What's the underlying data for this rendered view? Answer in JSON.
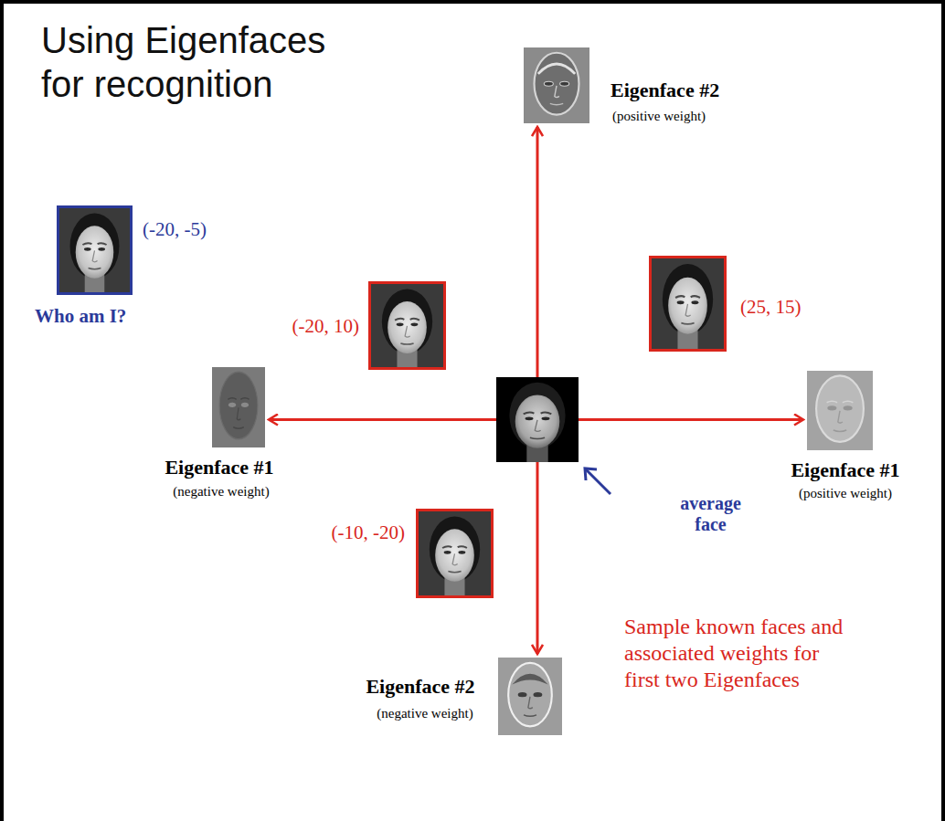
{
  "diagram": {
    "title": "Using Eigenfaces for recognition",
    "nodes": [
      {
        "text": [
          "Eigenface #2",
          "(positive weight)"
        ]
      },
      {
        "text": [
          "(-20, -5)",
          "Who am I?"
        ]
      },
      {
        "text": [
          "(-20, 10)"
        ]
      },
      {
        "text": [
          "(25, 15)"
        ]
      },
      {
        "text": [
          "Eigenface #1",
          "(negative weight)"
        ]
      },
      {
        "text": [
          "average face"
        ]
      },
      {
        "text": [
          "Eigenface #1",
          "(positive weight)"
        ]
      },
      {
        "text": [
          "(-10, -20)"
        ]
      },
      {
        "text": [
          "Eigenface #2",
          "(negative weight)"
        ]
      }
    ],
    "edges": [
      {
        "from": 5,
        "to": 0,
        "arrow": "to"
      },
      {
        "from": 5,
        "to": 4,
        "arrow": "to"
      },
      {
        "from": 5,
        "to": 6,
        "arrow": "to"
      },
      {
        "from": 5,
        "to": 8,
        "arrow": "to"
      }
    ],
    "labels": [
      "Sample known faces and associated weights for first two Eigenfaces"
    ]
  }
}
